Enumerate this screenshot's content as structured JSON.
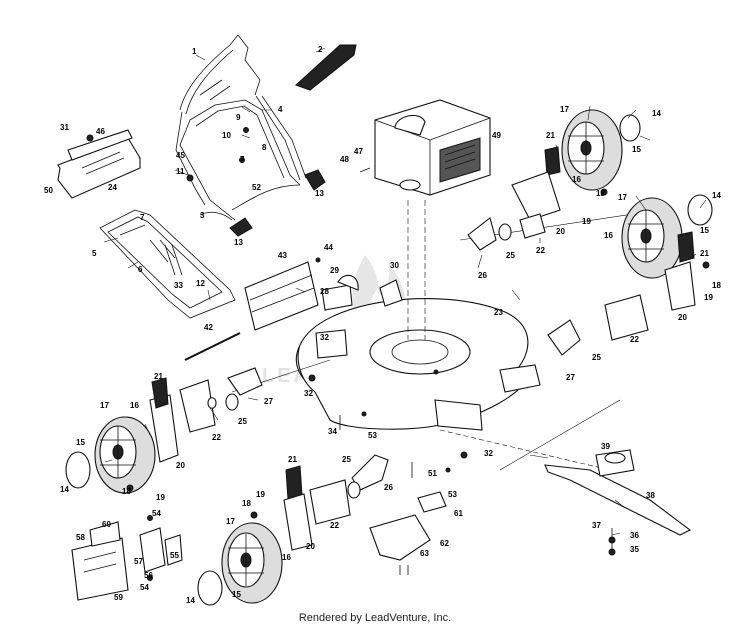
{
  "footer": "Rendered by LeadVenture, Inc.",
  "watermark": "LEADVENTURE",
  "labels": {
    "l1": "1",
    "l2": "2",
    "l3": "3",
    "l4": "4",
    "l5": "5",
    "l6": "6",
    "l7a": "7",
    "l7b": "7",
    "l8": "8",
    "l9": "9",
    "l10": "10",
    "l11": "11",
    "l12": "12",
    "l13a": "13",
    "l13b": "13",
    "l14a": "14",
    "l14b": "14",
    "l14c": "14",
    "l14d": "14",
    "l15a": "15",
    "l15b": "15",
    "l15c": "15",
    "l15d": "15",
    "l16a": "16",
    "l16b": "16",
    "l16c": "16",
    "l16d": "16",
    "l17a": "17",
    "l17b": "17",
    "l17c": "17",
    "l17d": "17",
    "l18a": "18",
    "l18b": "18",
    "l18c": "18",
    "l18d": "18",
    "l19a": "19",
    "l19b": "19",
    "l19c": "19",
    "l19d": "19",
    "l20a": "20",
    "l20b": "20",
    "l20c": "20",
    "l20d": "20",
    "l21a": "21",
    "l21b": "21",
    "l21c": "21",
    "l21d": "21",
    "l22a": "22",
    "l22b": "22",
    "l22c": "22",
    "l22d": "22",
    "l23": "23",
    "l24": "24",
    "l25a": "25",
    "l25b": "25",
    "l25c": "25",
    "l25d": "25",
    "l26a": "26",
    "l26b": "26",
    "l27a": "27",
    "l27b": "27",
    "l28": "28",
    "l29": "29",
    "l30": "30",
    "l31": "31",
    "l32a": "32",
    "l32b": "32",
    "l32c": "32",
    "l33": "33",
    "l34": "34",
    "l35": "35",
    "l36": "36",
    "l37": "37",
    "l38": "38",
    "l39": "39",
    "l42": "42",
    "l43": "43",
    "l44": "44",
    "l45": "45",
    "l46": "46",
    "l47": "47",
    "l48": "48",
    "l49": "49",
    "l50": "50",
    "l51": "51",
    "l52": "52",
    "l53a": "53",
    "l53b": "53",
    "l54a": "54",
    "l54b": "54",
    "l55": "55",
    "l56": "56",
    "l57": "57",
    "l58": "58",
    "l59": "59",
    "l60": "60",
    "l61": "61",
    "l62": "62",
    "l63": "63"
  }
}
